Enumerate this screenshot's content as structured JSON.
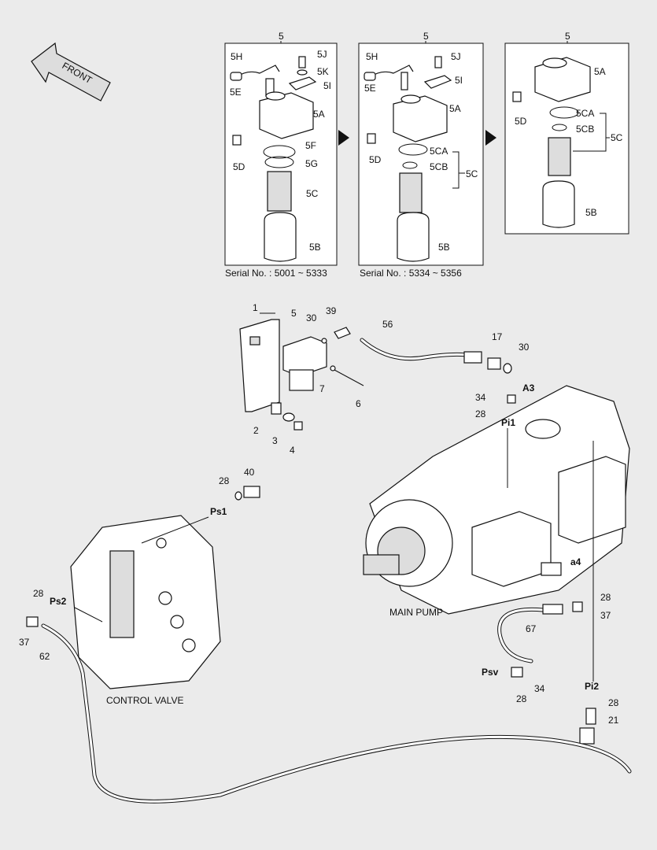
{
  "front_arrow": {
    "label": "FRONT"
  },
  "panels": [
    {
      "header": "5",
      "serial": "Serial No. : 5001 ~ 5333",
      "labels": [
        "5H",
        "5J",
        "5K",
        "5E",
        "5I",
        "5A",
        "5F",
        "5G",
        "5D",
        "5C",
        "5B"
      ]
    },
    {
      "header": "5",
      "serial": "Serial No. : 5334 ~ 5356",
      "labels": [
        "5H",
        "5J",
        "5E",
        "5I",
        "5A",
        "5CA",
        "5CB",
        "5C",
        "5D",
        "5B"
      ]
    },
    {
      "header": "5",
      "serial": "",
      "labels": [
        "5A",
        "5D",
        "5CA",
        "5CB",
        "5C",
        "5B"
      ]
    }
  ],
  "assembly": {
    "filter_group": [
      "1",
      "5",
      "30",
      "39",
      "56",
      "17",
      "30",
      "7",
      "6",
      "2",
      "3",
      "4"
    ],
    "pump_ports": [
      "A3",
      "34",
      "28",
      "Pi1",
      "a4",
      "28",
      "37",
      "67",
      "Psv",
      "34",
      "28",
      "Pi2",
      "28",
      "21"
    ],
    "valve_ports": [
      "28",
      "40",
      "Ps1",
      "28",
      "Ps2",
      "37",
      "62"
    ]
  },
  "captions": {
    "control_valve": "CONTROL VALVE",
    "main_pump": "MAIN PUMP"
  },
  "colors": {
    "background": "#ebebeb",
    "line": "#111111",
    "panel": "#ffffff"
  }
}
